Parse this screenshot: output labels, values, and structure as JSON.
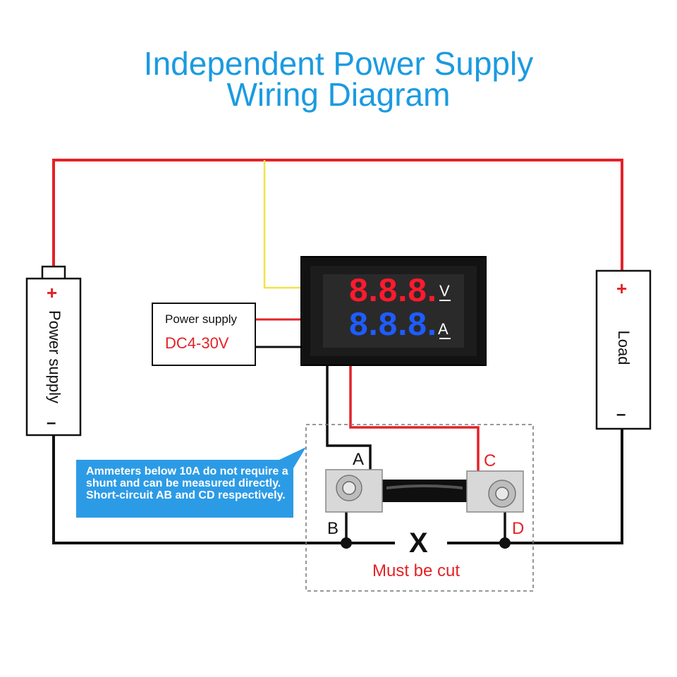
{
  "title": {
    "line1": "Independent Power Supply",
    "line2": "Wiring Diagram"
  },
  "meter": {
    "digits_top": "8.8.8.",
    "digits_bottom": "8.8.8.",
    "unit_top": "V",
    "unit_bottom": "A"
  },
  "power_supply_box": {
    "label": "Power supply",
    "range": "DC4-30V"
  },
  "battery": {
    "label": "Power supply",
    "plus": "+",
    "minus": "–"
  },
  "load": {
    "label": "Load",
    "plus": "+",
    "minus": "–"
  },
  "shunt_terminals": {
    "a": "A",
    "b": "B",
    "c": "C",
    "d": "D"
  },
  "cut": {
    "mark": "X",
    "label": "Must be cut"
  },
  "note": "Ammeters below 10A do not require a shunt and can be measured directly. Short-circuit AB and CD respectively.",
  "colors": {
    "title": "#1a9be0",
    "red_wire": "#e32227",
    "yellow_wire": "#f2e14a",
    "black_wire": "#111111",
    "digits_red": "#ff1a2e",
    "digits_blue": "#1f5cff",
    "note_bg": "#2c9be6"
  }
}
